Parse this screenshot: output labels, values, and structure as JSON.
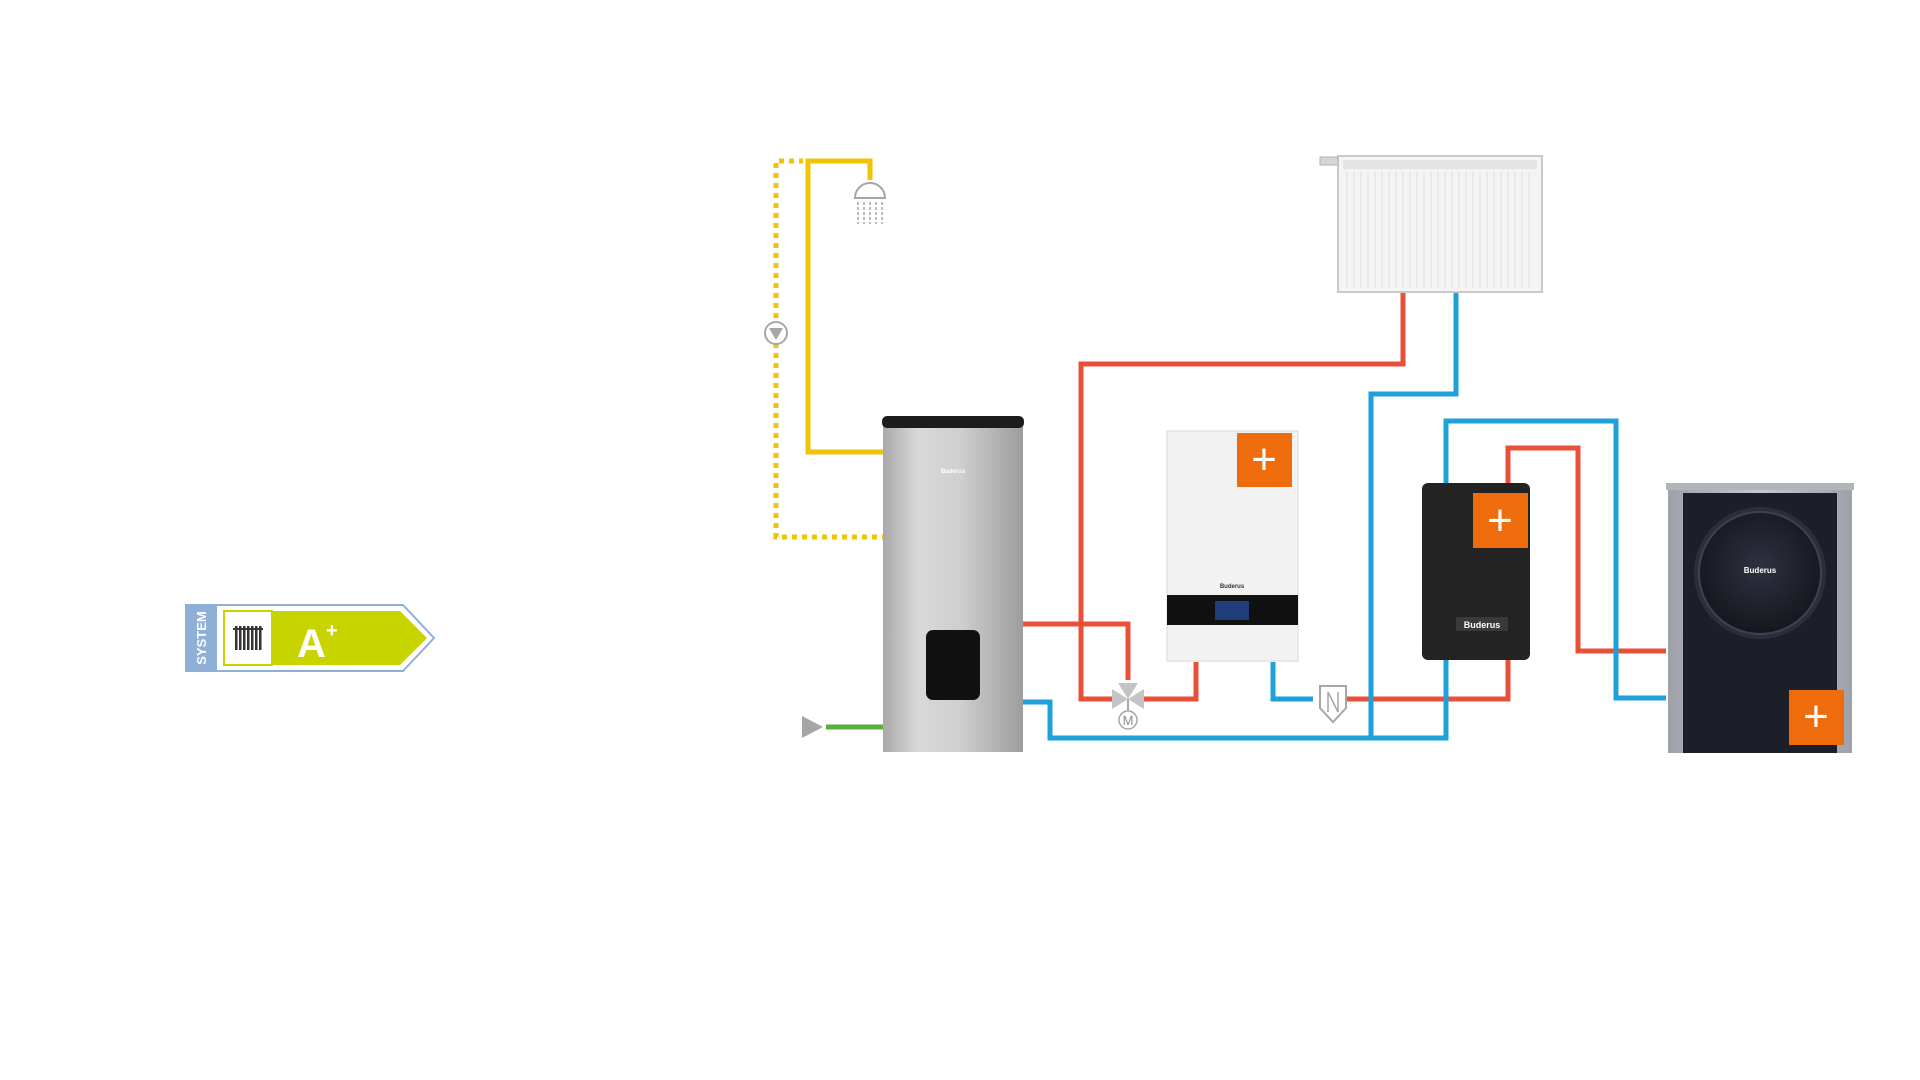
{
  "energy_label": {
    "side_text": "SYSTEM",
    "class_letter": "A",
    "class_sup": "+",
    "colors": {
      "side": "#8fb0d6",
      "arrow": "#c8d400",
      "outline": "#8fb0d6"
    }
  },
  "brand": {
    "tank_logo": "Buderus",
    "boiler_logo": "Buderus",
    "indoor_unit_logo": "Buderus",
    "outdoor_unit_logo": "Buderus"
  },
  "buttons": {
    "boiler_plus": "+",
    "indoor_unit_plus": "+",
    "outdoor_unit_plus": "+"
  },
  "icons": {
    "shower": "shower-icon",
    "pump": "circulation-pump-icon",
    "mixing_valve": "three-way-mixing-valve-icon",
    "motor": "M",
    "check_valve": "check-valve-icon",
    "cold_water_inlet": "cold-water-inlet-arrow-icon",
    "radiator": "radiator-icon"
  },
  "colors": {
    "flow_pipe": "#e8503a",
    "return_pipe": "#1ea0d8",
    "hot_water_pipe": "#f2c300",
    "cold_water_pipe": "#5aae3a",
    "accent_button": "#ee6c0b",
    "unit_dark": "#232323",
    "tank_silver": "#c8c8c8"
  }
}
